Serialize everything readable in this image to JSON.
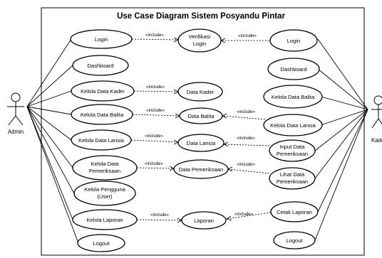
{
  "title": "Use Case Diagram Sistem Posyandu Pintar",
  "actors": {
    "admin": "Admin",
    "kader": "Kader"
  },
  "include_label": "«include»",
  "use_cases": {
    "login_left": "Login",
    "verifikasi": [
      "Verifikasi",
      "Login"
    ],
    "login_right": "Login",
    "dashboard_left": "Dashboard",
    "dashboard_right": "Dashboard",
    "kelola_kader": "Kelola Data Kader",
    "data_kader": "Data Kader",
    "kelola_balita_left": "Kelola Data Balita",
    "kelola_balita_right": "Kelola Data Balita",
    "data_balita": "Data Balita",
    "kelola_lansia_left": "Kelola Data Lansia",
    "kelola_lansia_right": "Kelola Data Lansia",
    "data_lansia": "Data Lansia",
    "kelola_pemeriksaan": [
      "Kelola Data",
      "Pemeriksaan"
    ],
    "data_pemeriksaan": "Data Pemeriksaan",
    "input_pemeriksaan": [
      "Input Data",
      "Pemeriksaan"
    ],
    "lihat_pemeriksaan": [
      "Lihat Data",
      "Pemeriksaan"
    ],
    "kelola_pengguna": [
      "Kelola Pengguna",
      "(User)"
    ],
    "kelola_laporan": "Kelola Laporan",
    "laporan": "Laporan",
    "cetak_laporan": "Cetak Laporan",
    "logout_left": "Logout",
    "logout_right": "Logout"
  }
}
